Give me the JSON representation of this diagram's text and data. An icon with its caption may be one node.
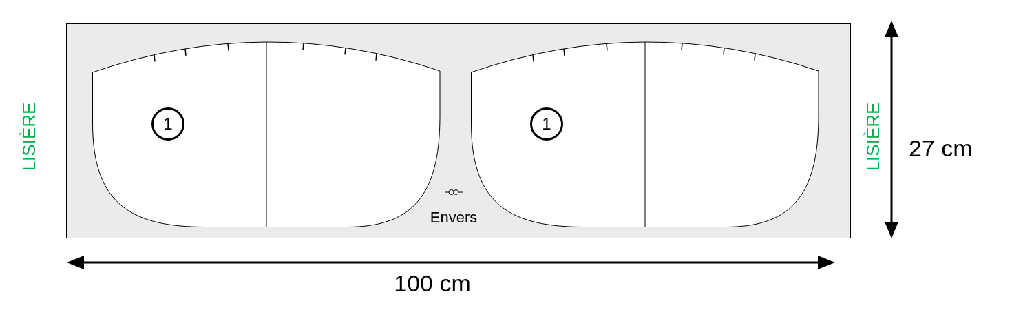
{
  "diagram": {
    "nodes": [
      {
        "text": [
          "Envers"
        ]
      },
      {
        "text": [
          "1"
        ],
        "in": 0
      },
      {
        "text": [
          "1"
        ],
        "in": 0
      }
    ],
    "labels": [
      "LISIÈRE",
      "LISIÈRE",
      "27 cm",
      "100 cm"
    ]
  }
}
